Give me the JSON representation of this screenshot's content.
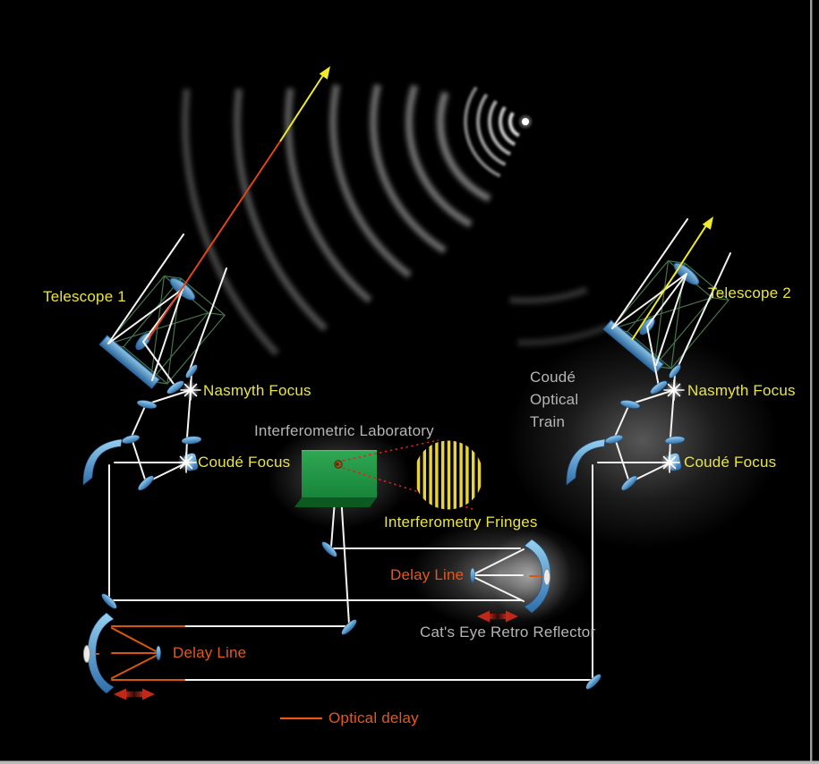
{
  "labels": {
    "telescope_1": "Telescope 1",
    "telescope_2": "Telescope 2",
    "nasmyth_focus": "Nasmyth Focus",
    "coude_focus": "Coudé Focus",
    "coude_optical_train_lines": [
      "Coudé",
      "Optical",
      "Train"
    ],
    "interferometric_laboratory": "Interferometric Laboratory",
    "interferometry_fringes": "Interferometry Fringes",
    "delay_line": "Delay Line",
    "cats_eye": "Cat's Eye Retro Reflector",
    "optical_delay": "Optical delay"
  },
  "colors": {
    "background": "#000000",
    "label_yellow": "#eae53d",
    "label_gray": "#b5b5b5",
    "label_orange": "#e4581c",
    "beam_white": "#f4f4f4",
    "delay_beam_orange": "#d9560f",
    "starlight_arrow_yellow": "#f0ea2a",
    "delayed_ray_red": "#e2441c",
    "mirror_blue": "#62aede",
    "truss_green": "#4a7a50",
    "lab_green": "#23994a",
    "fringe_yellow": "#e8d434",
    "shift_arrow_red": "#c0281a"
  }
}
